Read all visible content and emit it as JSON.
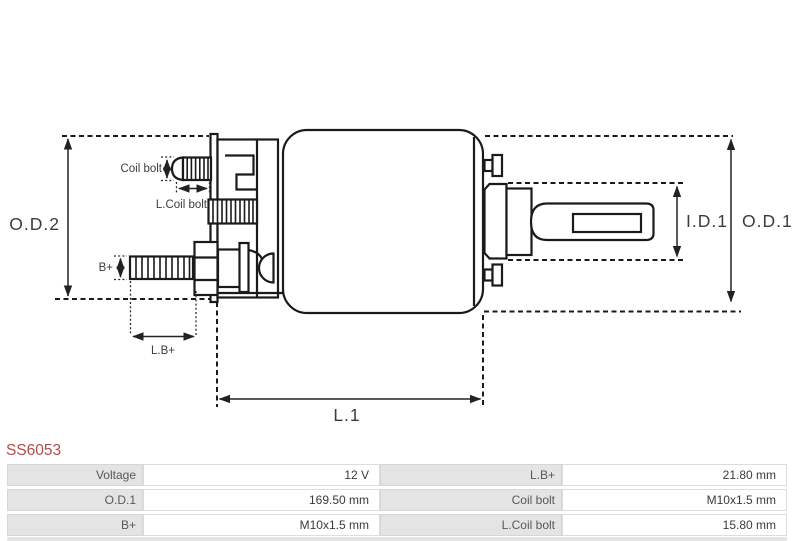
{
  "product": {
    "code": "SS6053"
  },
  "diagram": {
    "type": "technical-drawing",
    "subject": "starter-solenoid-side-view",
    "labels": {
      "od2": "O.D.2",
      "od1": "O.D.1",
      "id1": "I.D.1",
      "l1": "L.1",
      "lb_plus": "L.B+",
      "b_plus": "B+",
      "coil_bolt": "Coil bolt",
      "l_coil_bolt": "L.Coil bolt"
    }
  },
  "spec_table": {
    "rows": [
      {
        "cells": [
          "Voltage",
          "12 V",
          "L.B+",
          "21.80 mm"
        ]
      },
      {
        "cells": [
          "O.D.1",
          "169.50 mm",
          "Coil bolt",
          "M10x1.5 mm"
        ]
      },
      {
        "cells": [
          "B+",
          "M10x1.5 mm",
          "L.Coil bolt",
          "15.80 mm"
        ]
      }
    ]
  },
  "colors": {
    "accent_red": "#b5494b",
    "line_color": "#1a1a1a",
    "label_cell_bg": "#e4e4e4",
    "cell_border": "#d9d9d9",
    "label_text": "#585858",
    "value_text": "#3a3a3a"
  }
}
